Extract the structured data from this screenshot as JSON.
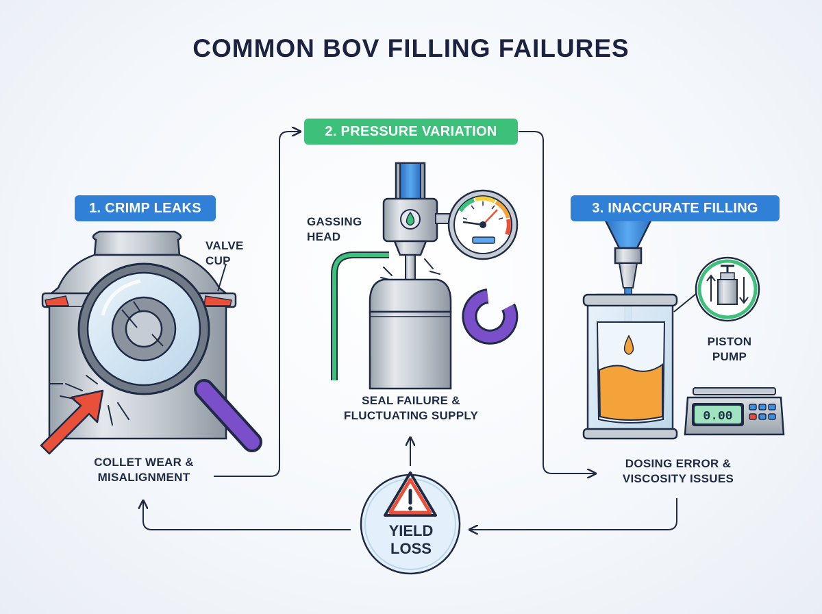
{
  "title": "COMMON BOV FILLING FAILURES",
  "sections": [
    {
      "number_label": "1. CRIMP LEAKS",
      "callout": "VALVE\nCUP",
      "caption_line1": "COLLET WEAR &",
      "caption_line2": "MISALIGNMENT",
      "color": "#2f80d6"
    },
    {
      "number_label": "2. PRESSURE VARIATION",
      "callout_line1": "GASSING",
      "callout_line2": "HEAD",
      "caption_line1": "SEAL FAILURE &",
      "caption_line2": "FLUCTUATING SUPPLY",
      "color": "#3cc07a"
    },
    {
      "number_label": "3. INACCURATE FILLING",
      "callout_line1": "PISTON",
      "callout_line2": "PUMP",
      "scale_readout": "0.00",
      "caption_line1": "DOSING ERROR &",
      "caption_line2": "VISCOSITY ISSUES",
      "color": "#2f80d6"
    }
  ],
  "center": {
    "line1": "YIELD",
    "line2": "LOSS"
  },
  "icons": [
    "magnifier-icon",
    "arrow-icon",
    "pressure-gauge-icon",
    "broken-seal-icon",
    "warning-triangle-icon",
    "piston-pump-icon",
    "weighing-scale-icon"
  ],
  "colors": {
    "accent_blue": "#2f80d6",
    "accent_green": "#3cc07a",
    "alert_red": "#e8503a",
    "purple": "#7a4fc9",
    "fluid_orange": "#f4a23a",
    "navy": "#1f2a44"
  }
}
